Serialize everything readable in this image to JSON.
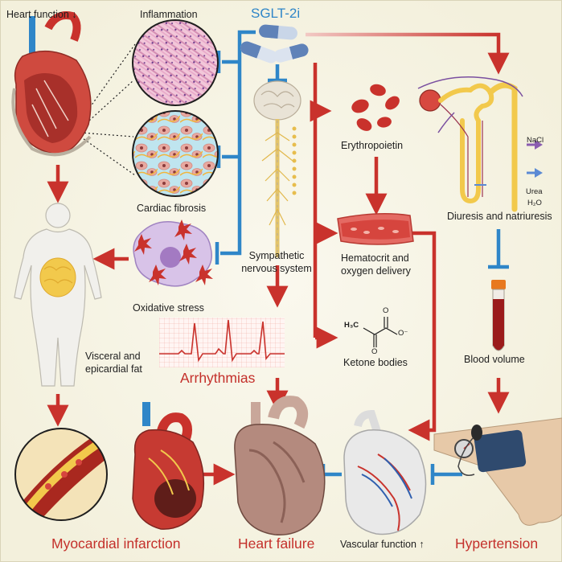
{
  "labels": {
    "heart_function": "Heart function ↓",
    "inflammation": "Inflammation",
    "sglt2i": "SGLT-2i",
    "cardiac_fibrosis": "Cardiac fibrosis",
    "sympathetic_line1": "Sympathetic",
    "sympathetic_line2": "nervous system",
    "oxidative_stress": "Oxidative stress",
    "visceral_line1": "Visceral and",
    "visceral_line2": "epicardial fat",
    "arrhythmias": "Arrhythmias",
    "erythropoietin": "Erythropoietin",
    "diuresis": "Diuresis and natriuresis",
    "nacl": "NaCl",
    "urea": "Urea",
    "h2o": "H₂O",
    "hematocrit_line1": "Hematocrit and",
    "hematocrit_line2": "oxygen delivery",
    "ketone_bodies": "Ketone bodies",
    "blood_volume": "Blood volume",
    "myocardial_infarction": "Myocardial infarction",
    "heart_failure": "Heart failure",
    "vascular_function": "Vascular function ↑",
    "hypertension": "Hypertension",
    "ketone_h3c": "H₃C",
    "ketone_o": "O",
    "ketone_ominus": "O⁻"
  },
  "colors": {
    "red_arrow": "#c9322c",
    "blue_inhibit": "#2f86c8",
    "background": "#f8f6e8"
  }
}
